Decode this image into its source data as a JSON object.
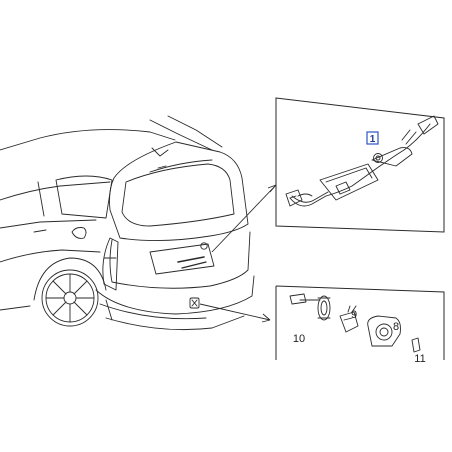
{
  "diagram": {
    "callouts": {
      "part_1": "1",
      "part_8": "8",
      "part_9": "9",
      "part_10": "10",
      "part_11": "11"
    },
    "colors": {
      "line": "#2a2a2a",
      "callout_box": "#2b55c4"
    }
  }
}
